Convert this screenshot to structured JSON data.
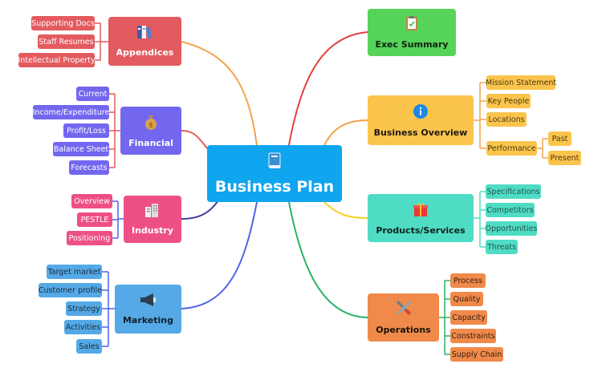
{
  "center": {
    "label": "Business Plan",
    "color": "#10a5ef",
    "icon": "book-icon"
  },
  "branches": {
    "appendices": {
      "label": "Appendices",
      "color": "#e35a5f",
      "icon": "binders-icon",
      "items": [
        "Supporting Docs",
        "Staff Resumes",
        "Intellectual Property"
      ]
    },
    "financial": {
      "label": "Financial",
      "color": "#7367f0",
      "icon": "money-bag-icon",
      "items": [
        "Current",
        "Income/Expenditure",
        "Profit/Loss",
        "Balance Sheet",
        "Forecasts"
      ]
    },
    "industry": {
      "label": "Industry",
      "color": "#ee4f87",
      "icon": "buildings-icon",
      "items": [
        "Overview",
        "PESTLE",
        "Positioning"
      ]
    },
    "marketing": {
      "label": "Marketing",
      "color": "#54a9e6",
      "icon": "megaphone-icon",
      "items": [
        "Target market",
        "Customer profile",
        "Strategy",
        "Activities",
        "Sales"
      ]
    },
    "exec_summary": {
      "label": "Exec Summary",
      "color": "#56d45a",
      "icon": "clipboard-icon"
    },
    "business_overview": {
      "label": "Business Overview",
      "color": "#fbc44d",
      "icon": "info-icon",
      "items": [
        "Mission Statement",
        "Key People",
        "Locations",
        "Performance"
      ],
      "performance_items": [
        "Past",
        "Present"
      ]
    },
    "products_services": {
      "label": "Products/Services",
      "color": "#4fdcc4",
      "icon": "gift-icon",
      "items": [
        "Specifications",
        "Competitors",
        "Opportunities",
        "Threats"
      ]
    },
    "operations": {
      "label": "Operations",
      "color": "#f08a4b",
      "icon": "tools-icon",
      "items": [
        "Process",
        "Quality",
        "Capacity",
        "Constraints",
        "Supply Chain"
      ]
    }
  }
}
